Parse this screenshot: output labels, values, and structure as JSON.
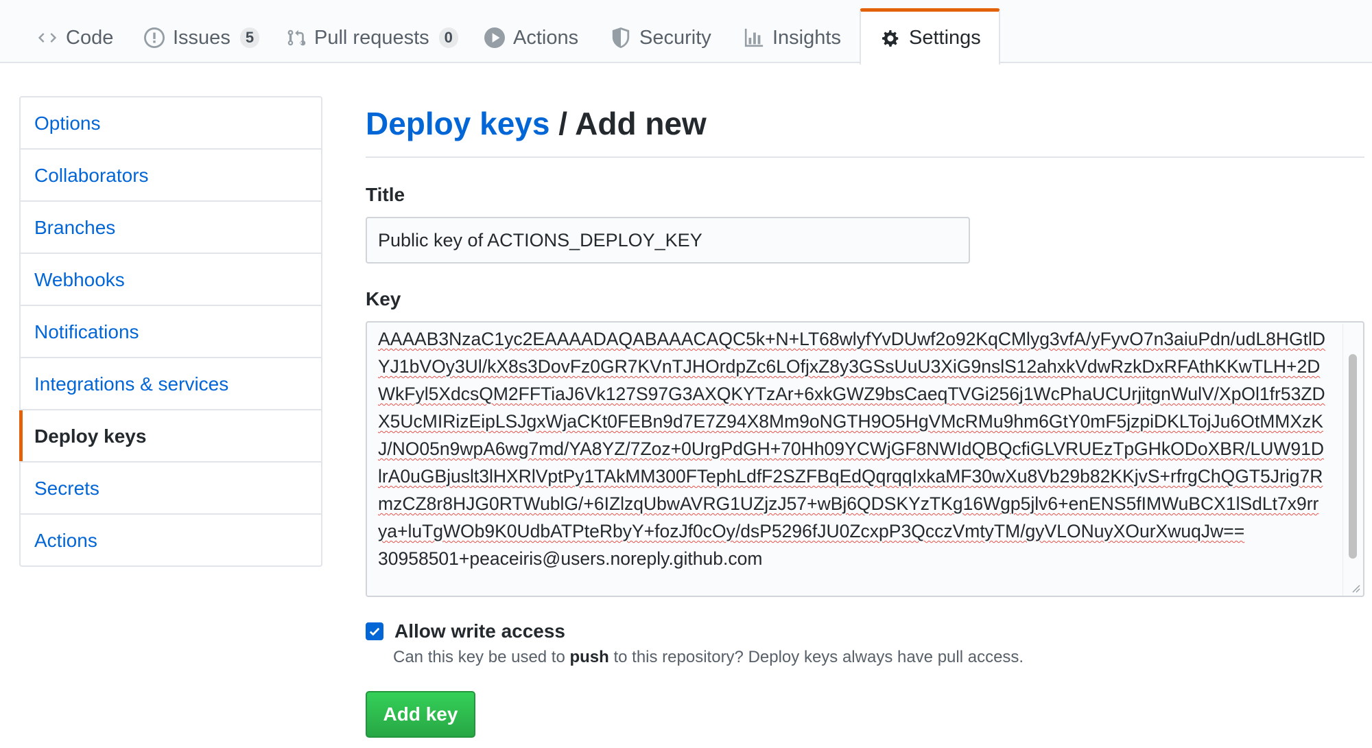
{
  "tabs": [
    {
      "label": "Code",
      "icon": "code-icon"
    },
    {
      "label": "Issues",
      "icon": "issue-opened-icon",
      "count": "5"
    },
    {
      "label": "Pull requests",
      "icon": "git-pull-request-icon",
      "count": "0"
    },
    {
      "label": "Actions",
      "icon": "play-icon"
    },
    {
      "label": "Security",
      "icon": "shield-icon"
    },
    {
      "label": "Insights",
      "icon": "graph-icon"
    },
    {
      "label": "Settings",
      "icon": "gear-icon",
      "selected": true
    }
  ],
  "sidebar": {
    "items": [
      {
        "label": "Options"
      },
      {
        "label": "Collaborators"
      },
      {
        "label": "Branches"
      },
      {
        "label": "Webhooks"
      },
      {
        "label": "Notifications"
      },
      {
        "label": "Integrations & services"
      },
      {
        "label": "Deploy keys",
        "selected": true
      },
      {
        "label": "Secrets"
      },
      {
        "label": "Actions"
      }
    ]
  },
  "header": {
    "breadcrumb_link": "Deploy keys",
    "separator": "/",
    "current": "Add new"
  },
  "form": {
    "title_label": "Title",
    "title_value": "Public key of ACTIONS_DEPLOY_KEY",
    "key_label": "Key",
    "key_value": "AAAAB3NzaC1yc2EAAAADAQABAAACAQC5k+N+LT68wlyfYvDUwf2o92KqCMlyg3vfA/yFyvO7n3aiuPdn/udL8HGtlDYJ1bVOy3Ul/kX8s3DovFz0GR7KVnTJHOrdpZc6LOfjxZ8y3GSsUuU3XiG9nslS12ahxkVdwRzkDxRFAthKKwTLH+2DWkFyl5XdcsQM2FFTiaJ6Vk127S97G3AXQKYTzAr+6xkGWZ9bsCaeqTVGi256j1WcPhaUCUrjitgnWulV/XpOl1fr53ZDX5UcMIRizEipLSJgxWjaCKt0FEBn9d7E7Z94X8Mm9oNGTH9O5HgVMcRMu9hm6GtY0mF5jzpiDKLTojJu6OtMMXzKJ/NO05n9wpA6wg7md/YA8YZ/7Zoz+0UrgPdGH+70Hh09YCWjGF8NWIdQBQcfiGLVRUEzTpGHkODoXBR/LUW91DlrA0uGBjuslt3lHXRlVptPy1TAkMM300FTephLdfF2SZFBqEdQqrqqIxkaMF30wXu8Vb29b82KKjvS+rfrgChQGT5Jrig7RmzCZ8r8HJG0RTWublG/+6IZlzqUbwAVRG1UZjzJ57+wBj6QDSKYzTKg16Wgp5jlv6+enENS5fIMWuBCX1lSdLt7x9rrya+luTgWOb9K0UdbATPteRbyY+fozJf0cOy/dsP5296fJU0ZcxpP3QcczVmtyTM/gyVLONuyXOurXwuqJw==",
    "key_suffix": " 30958501+peaceiris@users.noreply.github.com",
    "checkbox_label": "Allow write access",
    "checkbox_checked": true,
    "note_before": "Can this key be used to ",
    "note_bold": "push",
    "note_after": " to this repository? Deploy keys always have pull access.",
    "submit_label": "Add key"
  },
  "colors": {
    "link": "#0366d6",
    "accent_orange": "#e36209",
    "button_green": "#28a745",
    "checkbox_blue": "#0366d6"
  }
}
